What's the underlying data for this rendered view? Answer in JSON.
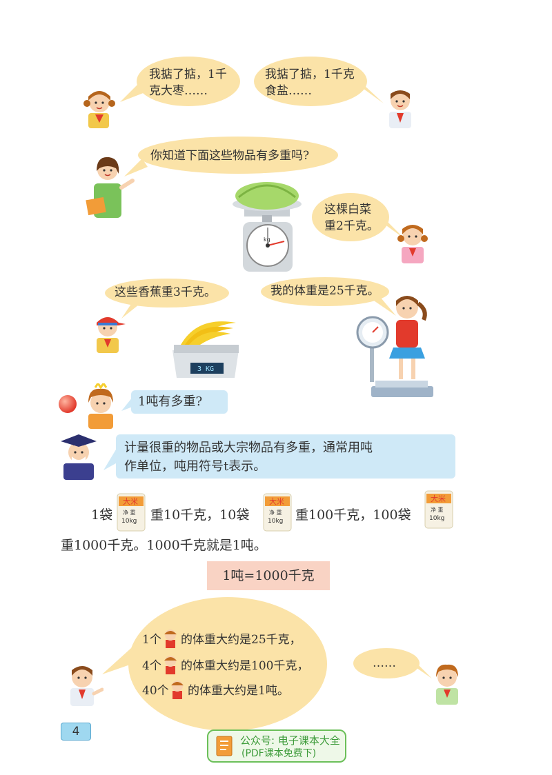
{
  "bubbles": {
    "girl_dates": "我掂了掂，1千克大枣……",
    "boy_salt": "我掂了掂，1千克食盐……",
    "teacher_q": "你知道下面这些物品有多重吗?",
    "cabbage": "这棵白菜重2千克。",
    "bananas": "这些香蕉重3千克。",
    "body_weight": "我的体重是25千克。",
    "ton_q": "1吨有多重?",
    "doctor_l1": "计量很重的物品或大宗物品有多重，通常用吨",
    "doctor_l2": "作单位，吨用符号t表示。",
    "kids_l1a": "1个",
    "kids_l1b": "的体重大约是25千克，",
    "kids_l2a": "4个",
    "kids_l2b": "的体重大约是100千克，",
    "kids_l3a": "40个",
    "kids_l3b": "的体重大约是1吨。",
    "ellipsis": "……"
  },
  "scale_display": "3 KG",
  "scale_unit": "kg",
  "rice_bag": {
    "top": "大米",
    "mid": "净 重",
    "weight": "10kg"
  },
  "paragraph": {
    "p1": "1袋",
    "p2": "重10千克，10袋",
    "p3": "重100千克，100袋",
    "line2": "重1000千克。1000千克就是1吨。"
  },
  "formula": "1吨=1000千克",
  "page_number": "4",
  "watermark": {
    "line1": "公众号: 电子课本大全",
    "line2": "(PDF课本免费下)"
  }
}
